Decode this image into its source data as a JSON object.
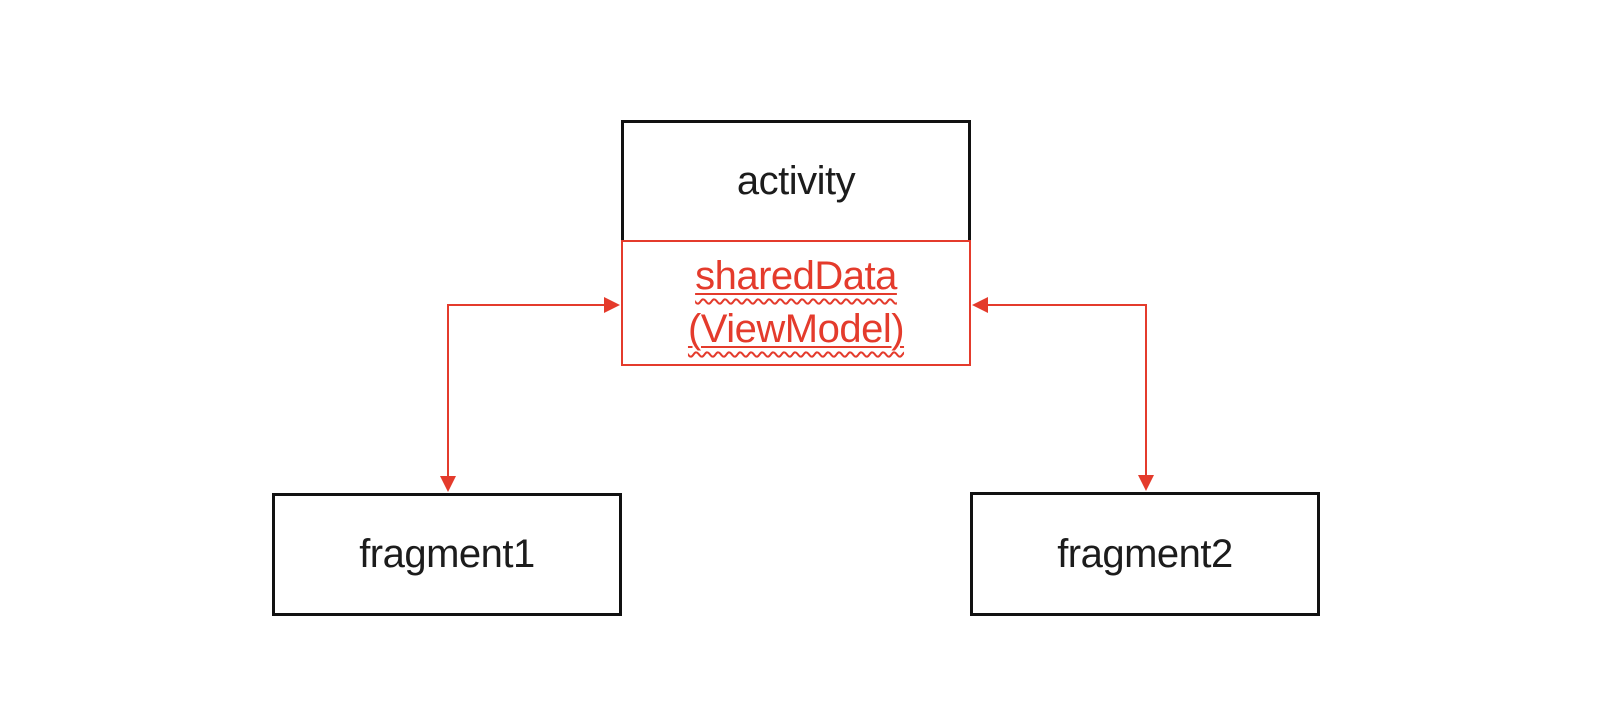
{
  "diagram": {
    "background": "#ffffff",
    "colors": {
      "accent_red": "#e43b2c",
      "box_border_black": "#111111",
      "text_black": "#1c1c1c"
    },
    "nodes": {
      "activity": {
        "label": "activity",
        "border_color": "#111111"
      },
      "shared_data": {
        "label_line1": "sharedData",
        "label_line2": "(ViewModel)",
        "border_color": "#e43b2c",
        "text_decoration": "solid underline with wavy spellcheck squiggle"
      },
      "fragment1": {
        "label": "fragment1",
        "border_color": "#111111"
      },
      "fragment2": {
        "label": "fragment2",
        "border_color": "#111111"
      }
    },
    "edges": [
      {
        "from": "fragment1",
        "to": "shared_data",
        "style": "elbow",
        "color": "#e43b2c",
        "arrowheads": "both"
      },
      {
        "from": "fragment2",
        "to": "shared_data",
        "style": "elbow",
        "color": "#e43b2c",
        "arrowheads": "both"
      }
    ]
  }
}
